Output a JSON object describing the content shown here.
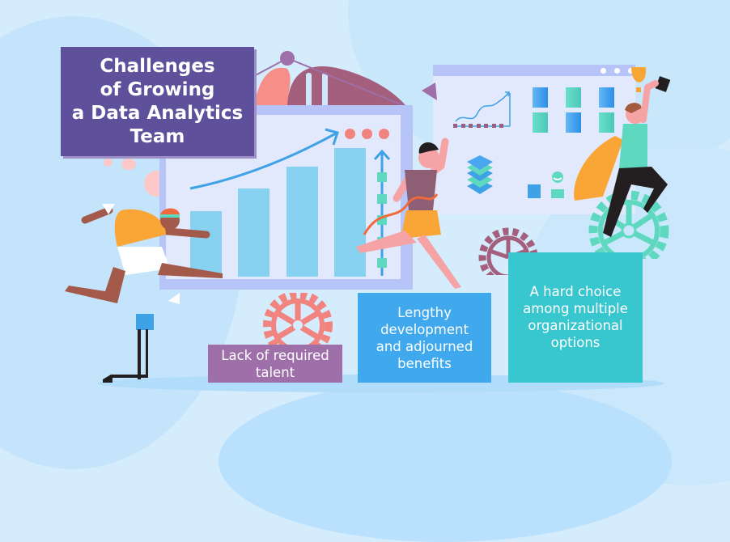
{
  "title": {
    "lines": [
      "Challenges",
      "of Growing",
      "a Data Analytics",
      "Team"
    ]
  },
  "challenges": [
    {
      "lines": [
        "Lack of required",
        "talent"
      ],
      "color": "#9e6fa8"
    },
    {
      "lines": [
        "Lengthy",
        "development",
        "and adjourned",
        "benefits"
      ],
      "color": "#40a8ed"
    },
    {
      "lines": [
        "A hard choice",
        "among multiple",
        "organizational",
        "options"
      ],
      "color": "#38c6cf"
    }
  ],
  "colors": {
    "background": "#d4ecfc",
    "title_bg": "#5e509b",
    "window_frame": "#b6c4f7",
    "window_inner": "#e2e9fd",
    "bar": "#88d2f1",
    "arrow": "#3fa2e6",
    "dot": "#f1847f"
  },
  "illustration": {
    "left_window": {
      "bars": 4,
      "dots": 3,
      "icons": [
        "growth-arrow-icon",
        "vertical-arrow-icon"
      ]
    },
    "right_window": {
      "tiles": 6,
      "icons": [
        "line-chart-icon",
        "layers-icon",
        "user-icon"
      ]
    },
    "figures": [
      "hurdler",
      "runner-crossing-finish",
      "hero-with-trophy"
    ]
  }
}
